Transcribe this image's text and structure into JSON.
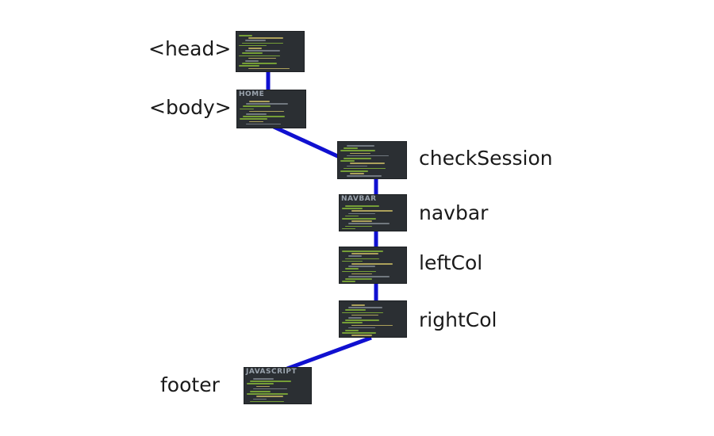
{
  "diagram": {
    "nodes": [
      {
        "id": "head",
        "label": "<head>",
        "thumb_tag": "",
        "icon": "code-screenshot"
      },
      {
        "id": "body",
        "label": "<body>",
        "thumb_tag": "HOME",
        "icon": "code-screenshot"
      },
      {
        "id": "checkSession",
        "label": "checkSession",
        "thumb_tag": "",
        "icon": "code-screenshot"
      },
      {
        "id": "navbar",
        "label": "navbar",
        "thumb_tag": "NAVBAR",
        "icon": "code-screenshot"
      },
      {
        "id": "leftCol",
        "label": "leftCol",
        "thumb_tag": "",
        "icon": "code-screenshot"
      },
      {
        "id": "rightCol",
        "label": "rightCol",
        "thumb_tag": "",
        "icon": "code-screenshot"
      },
      {
        "id": "footer",
        "label": "footer",
        "thumb_tag": "JAVASCRIPT",
        "icon": "code-screenshot"
      }
    ],
    "edges": [
      [
        "head",
        "body"
      ],
      [
        "body",
        "checkSession"
      ],
      [
        "checkSession",
        "navbar"
      ],
      [
        "navbar",
        "leftCol"
      ],
      [
        "leftCol",
        "rightCol"
      ],
      [
        "rightCol",
        "footer"
      ]
    ],
    "colors": {
      "edge": "#1010d0",
      "thumb_bg": "#2b2f33",
      "code_green": "#8fc43a",
      "code_yellow": "#d8c86a",
      "code_grey": "#8a9299",
      "label": "#1a1a1a"
    }
  }
}
